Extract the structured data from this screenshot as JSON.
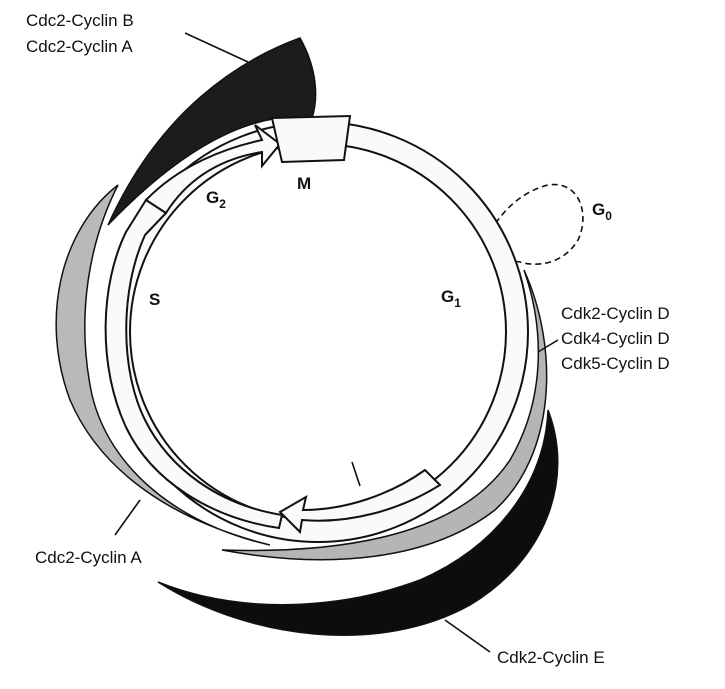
{
  "diagram": {
    "phases": {
      "m": "M",
      "g2": "G",
      "g2_sub": "2",
      "s": "S",
      "g1": "G",
      "g1_sub": "1",
      "g0": "G",
      "g0_sub": "0"
    },
    "complexes": {
      "cdc2_cyclin_b": "Cdc2-Cyclin B",
      "cdc2_cyclin_a_top": "Cdc2-Cyclin A",
      "cdk2_cyclin_d": "Cdk2-Cyclin D",
      "cdk4_cyclin_d": "Cdk4-Cyclin D",
      "cdk5_cyclin_d": "Cdk5-Cyclin D",
      "cdc2_cyclin_a_bottom": "Cdc2-Cyclin A",
      "cdk2_cyclin_e": "Cdk2-Cyclin E"
    },
    "colors": {
      "cyclin_b_band": "#1c1c1c",
      "cyclin_a_band": "#b9b9b9",
      "cyclin_d_band": "#b5b5b5",
      "cyclin_e_band": "#0d0d0d",
      "ring_fill": "#fafafa",
      "outline": "#111111"
    }
  }
}
